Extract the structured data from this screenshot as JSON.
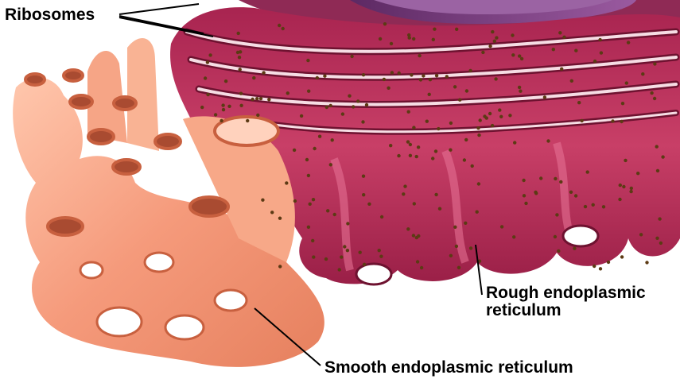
{
  "labels": {
    "ribosomes": "Ribosomes",
    "rough_er_line1": "Rough endoplasmic",
    "rough_er_line2": "reticulum",
    "smooth_er": "Smooth endoplasmic reticulum"
  },
  "colors": {
    "rough_er": "#c23a62",
    "rough_er_light": "#e56f92",
    "rough_er_dark": "#6e1230",
    "smooth_er": "#f39a7c",
    "smooth_er_light": "#ffd2bd",
    "smooth_er_dark": "#c8603f",
    "ribosome": "#5c3a14",
    "nucleus": "#7b3b7e",
    "lumen": "#f6dde4",
    "leader_line": "#000000"
  }
}
